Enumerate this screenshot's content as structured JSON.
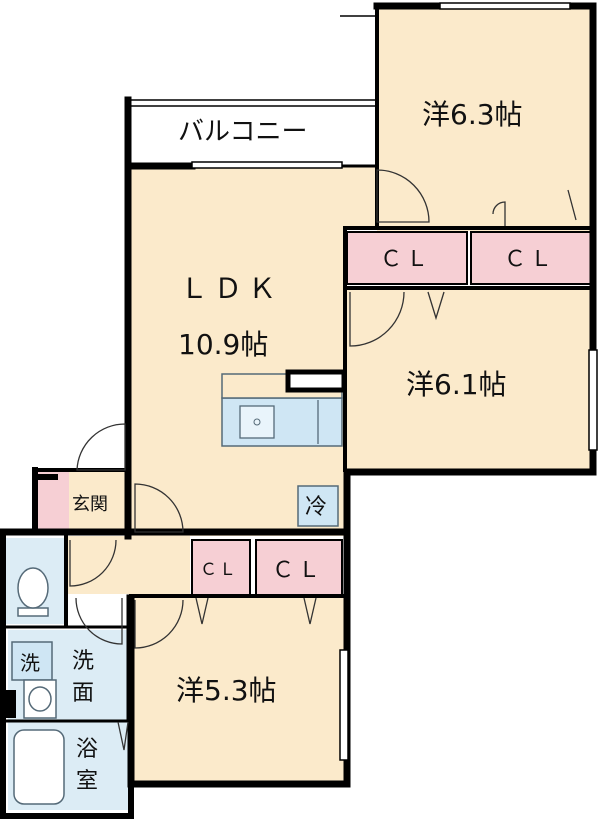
{
  "rooms": {
    "balcony": "バルコニー",
    "western_top": "洋6.3帖",
    "ldk_name": "ＬＤＫ",
    "ldk_size": "10.9帖",
    "western_mid": "洋6.1帖",
    "western_bottom": "洋5.3帖",
    "entrance": "玄関",
    "washroom": [
      "洗",
      "面"
    ],
    "bathroom": [
      "浴",
      "室"
    ]
  },
  "closets": {
    "upper_left": "ＣＬ",
    "upper_right": "ＣＬ",
    "lower_left": "ＣＬ",
    "lower_right": "ＣＬ"
  },
  "fixtures": {
    "fridge": "冷",
    "washer": "洗"
  },
  "colors": {
    "room_fill": "#fbeacb",
    "closet_fill": "#f6cfd4",
    "wet_fill": "#dcecf5",
    "kitchen_fill": "#cfe6f4",
    "wall": "#000000",
    "fixture_line": "#556a78"
  }
}
